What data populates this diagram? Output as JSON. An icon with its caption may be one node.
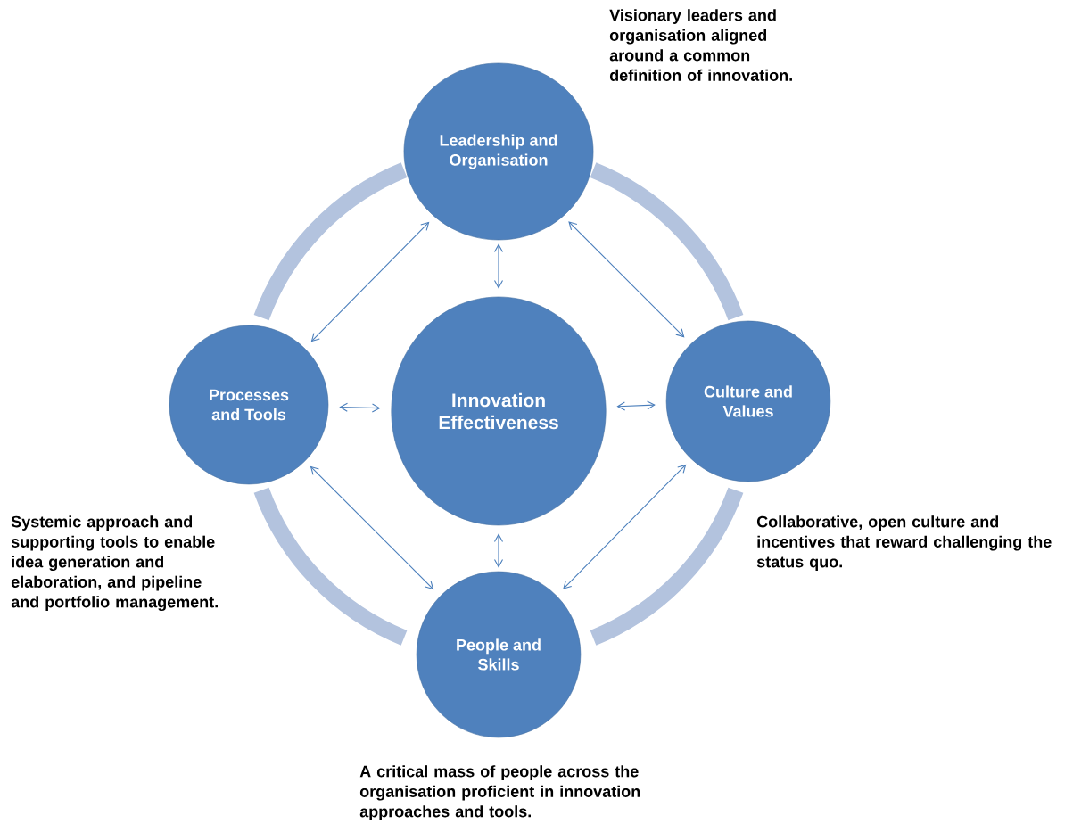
{
  "diagram": {
    "nodes": [
      {
        "text": [
          "Leadership and Organisation"
        ],
        "beside": [
          "Visionary leaders and organisation aligned around a common definition of innovation."
        ]
      },
      {
        "text": [
          "Processes and Tools"
        ],
        "beside": [
          "Systemic approach and supporting tools to enable idea generation and elaboration, and pipeline and portfolio management."
        ]
      },
      {
        "text": [
          "Innovation Effectiveness"
        ]
      },
      {
        "text": [
          "Culture and Values"
        ],
        "beside": [
          "Collaborative, open culture and incentives that reward challenging the status quo."
        ]
      },
      {
        "text": [
          "People and Skills"
        ],
        "beside": [
          "A critical mass of people across the organisation proficient in innovation approaches and tools."
        ]
      }
    ],
    "edges": [
      {
        "from": 0,
        "to": 2,
        "arrow": "both"
      },
      {
        "from": 0,
        "to": 1,
        "arrow": "both"
      },
      {
        "from": 0,
        "to": 3,
        "arrow": "both"
      },
      {
        "from": 1,
        "to": 2,
        "arrow": "both"
      },
      {
        "from": 2,
        "to": 3,
        "arrow": "both"
      },
      {
        "from": 1,
        "to": 4,
        "arrow": "both"
      },
      {
        "from": 2,
        "to": 4,
        "arrow": "both"
      },
      {
        "from": 3,
        "to": 4,
        "arrow": "both"
      }
    ]
  }
}
